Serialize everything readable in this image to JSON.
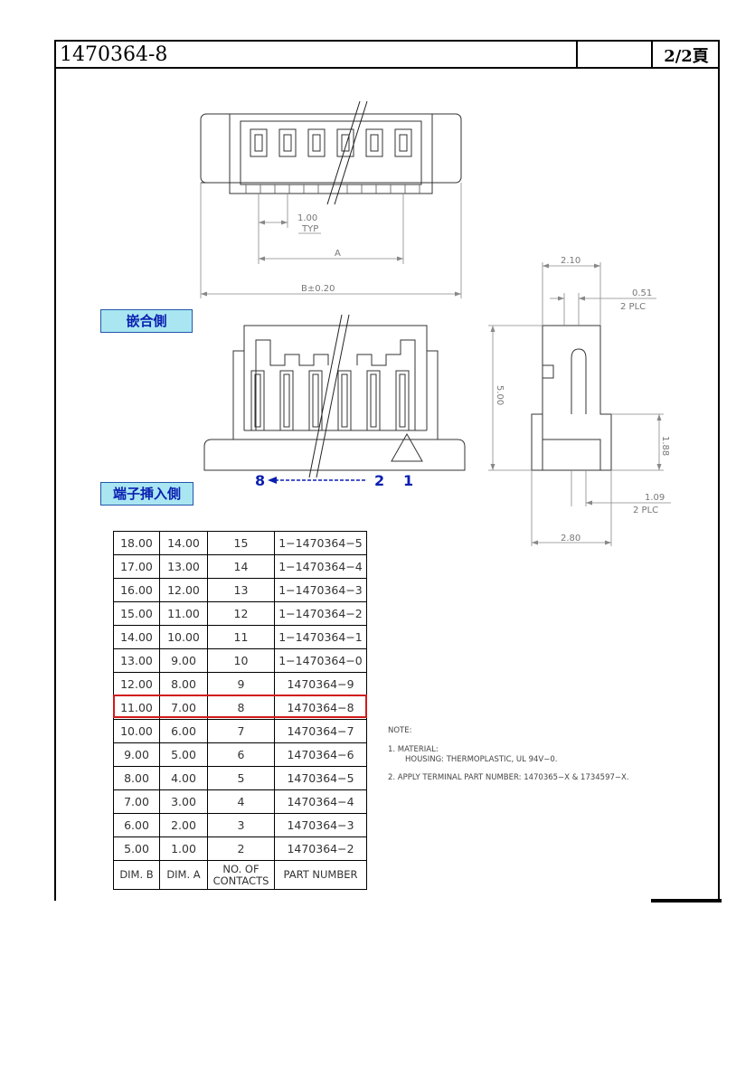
{
  "header": {
    "part_title": "1470364-8",
    "sheet_label": "2/2頁"
  },
  "views": {
    "mating_side_label": "嵌合側",
    "terminal_insertion_side_label": "端子挿入側"
  },
  "dimensions": {
    "pitch": "1.00",
    "pitch_note": "TYP",
    "dim_a": "A",
    "dim_b": "B±0.20",
    "width_top": "2.10",
    "slot_width": "0.51",
    "slot_plc": "2 PLC",
    "height": "5.00",
    "lower_height": "1.88",
    "bottom_slot": "1.09",
    "bottom_plc": "2 PLC",
    "width_bottom": "2.80"
  },
  "pin_labels": {
    "left": "8",
    "mid": "2",
    "right": "1"
  },
  "table": {
    "headers": [
      "DIM. B",
      "DIM. A",
      "NO. OF\nCONTACTS",
      "PART NUMBER"
    ],
    "header_contacts_line1": "NO. OF",
    "header_contacts_line2": "CONTACTS",
    "rows": [
      [
        "18.00",
        "14.00",
        "15",
        "1−1470364−5"
      ],
      [
        "17.00",
        "13.00",
        "14",
        "1−1470364−4"
      ],
      [
        "16.00",
        "12.00",
        "13",
        "1−1470364−3"
      ],
      [
        "15.00",
        "11.00",
        "12",
        "1−1470364−2"
      ],
      [
        "14.00",
        "10.00",
        "11",
        "1−1470364−1"
      ],
      [
        "13.00",
        "9.00",
        "10",
        "1−1470364−0"
      ],
      [
        "12.00",
        "8.00",
        "9",
        "1470364−9"
      ],
      [
        "11.00",
        "7.00",
        "8",
        "1470364−8"
      ],
      [
        "10.00",
        "6.00",
        "7",
        "1470364−7"
      ],
      [
        "9.00",
        "5.00",
        "6",
        "1470364−6"
      ],
      [
        "8.00",
        "4.00",
        "5",
        "1470364−5"
      ],
      [
        "7.00",
        "3.00",
        "4",
        "1470364−4"
      ],
      [
        "6.00",
        "2.00",
        "3",
        "1470364−3"
      ],
      [
        "5.00",
        "1.00",
        "2",
        "1470364−2"
      ]
    ],
    "highlighted_row": 7,
    "highlight_color": "#d21a1a"
  },
  "notes": {
    "heading": "NOTE:",
    "item1_title": "1. MATERIAL:",
    "item1_detail": "HOUSING: THERMOPLASTIC, UL 94V−0.",
    "item2": "2. APPLY TERMINAL PART NUMBER: 1470365−X & 1734597−X."
  },
  "colors": {
    "label_bg": "#a9e6f2",
    "label_text": "#0a1fb0",
    "pin_label": "#0a1fb0"
  }
}
